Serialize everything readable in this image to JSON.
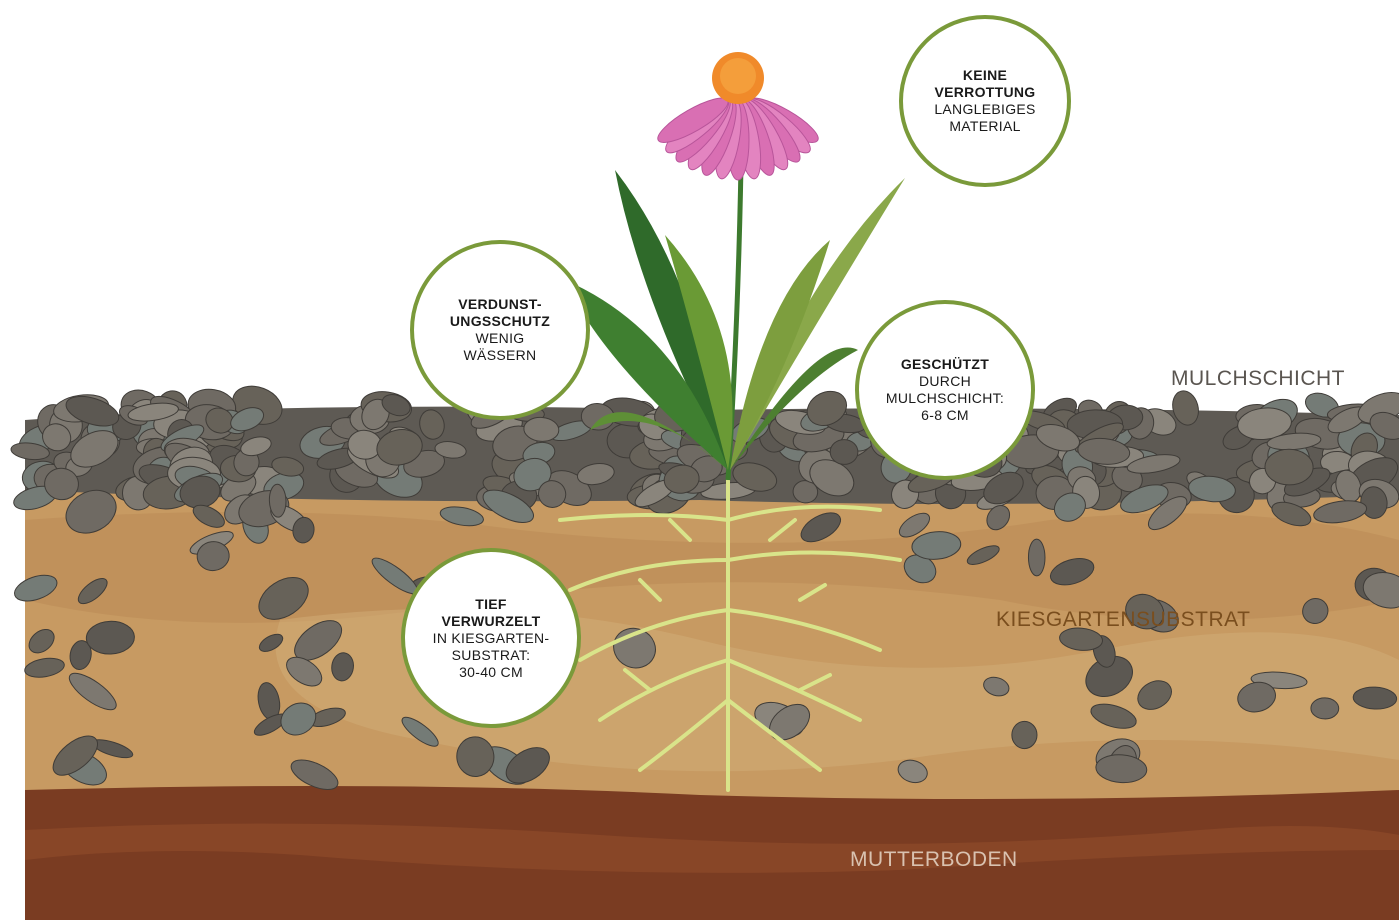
{
  "callouts": {
    "verrottung": {
      "bold": "KEINE\nVERROTTUNG",
      "text": "LANGLEBIGES\nMATERIAL"
    },
    "verdunstung": {
      "bold": "VERDUNST-\nUNGSSCHUTZ",
      "text": "WENIG\nWÄSSERN"
    },
    "geschuetzt": {
      "bold": "GESCHÜTZT",
      "text": "DURCH\nMULCHSCHICHT:\n6-8 CM"
    },
    "verwurzelt": {
      "bold": "TIEF\nVERWURZELT",
      "text": "IN KIESGARTEN-\nSUBSTRAT:\n30-40 CM"
    }
  },
  "layers": {
    "mulch": "MULCHSCHICHT",
    "substrate": "KIESGARTENSUBSTRAT",
    "topsoil": "MUTTERBODEN"
  },
  "colors": {
    "accent_ring": "#7a9a3a",
    "substrate": "#c79a62",
    "topsoil": "#7a3c22",
    "petal": "#e384c0",
    "flower_center": "#f08a2a",
    "root": "#d9e48a",
    "stone": "#77726a"
  }
}
